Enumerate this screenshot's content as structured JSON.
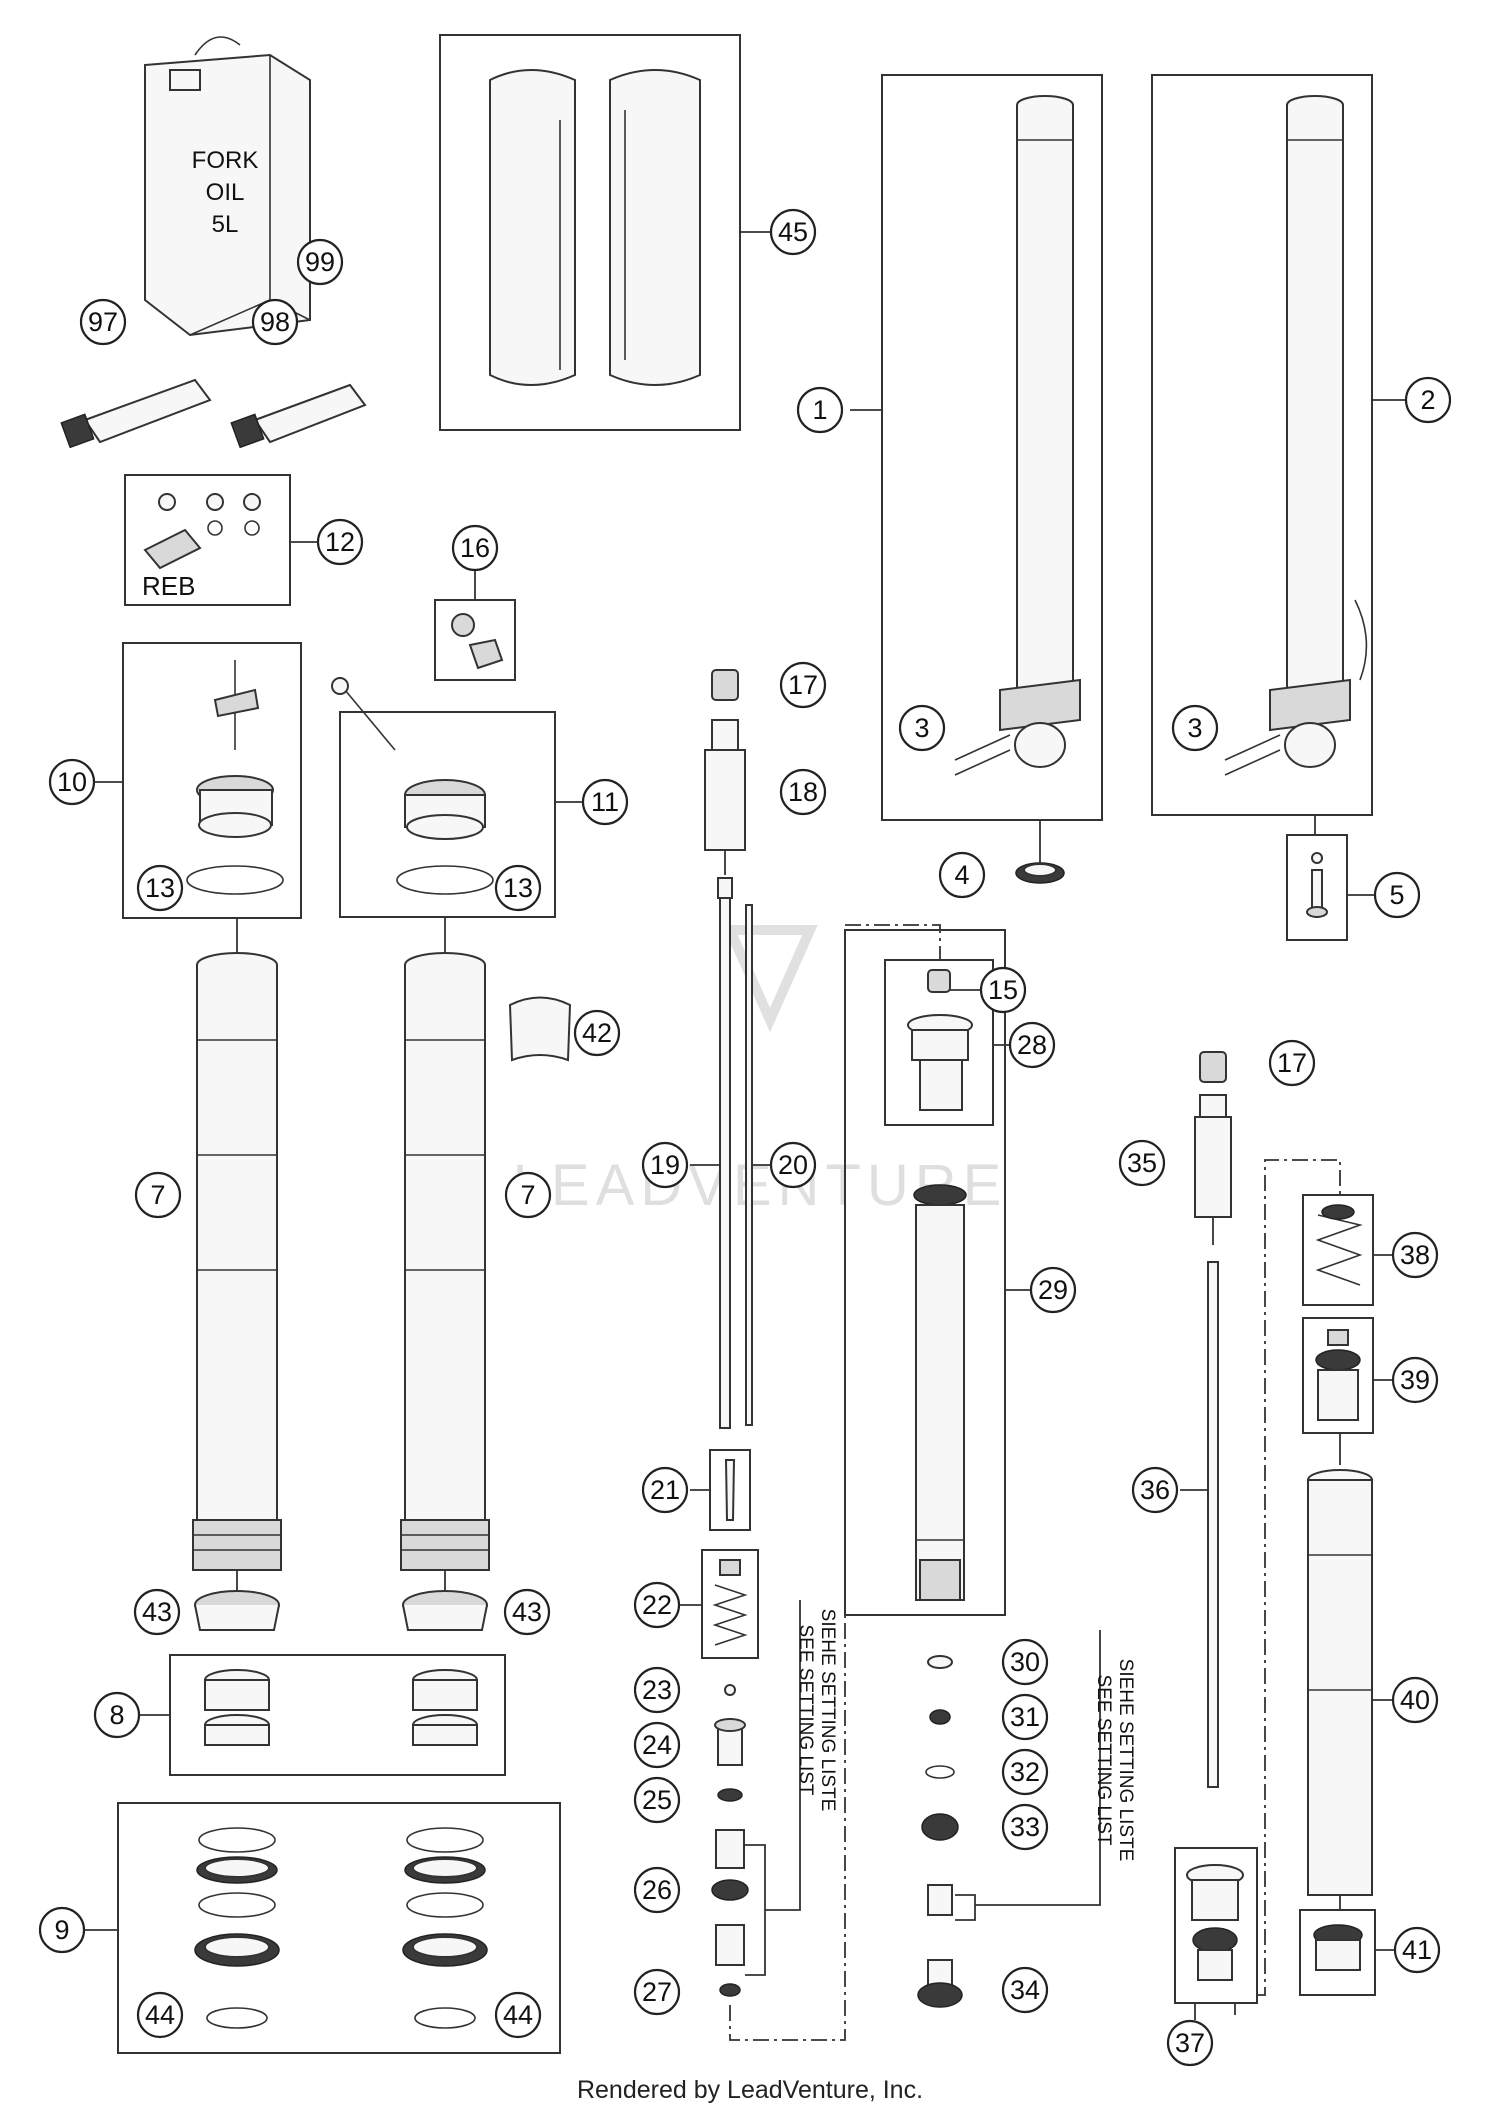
{
  "diagram": {
    "callouts": [
      "1",
      "2",
      "3",
      "3",
      "4",
      "5",
      "7",
      "7",
      "8",
      "9",
      "10",
      "11",
      "12",
      "13",
      "13",
      "15",
      "16",
      "17",
      "17",
      "18",
      "19",
      "20",
      "21",
      "22",
      "23",
      "24",
      "25",
      "26",
      "27",
      "28",
      "29",
      "30",
      "31",
      "32",
      "33",
      "34",
      "35",
      "36",
      "37",
      "38",
      "39",
      "40",
      "41",
      "42",
      "43",
      "43",
      "44",
      "44",
      "45",
      "97",
      "98",
      "99"
    ],
    "can_label": [
      "FORK",
      "OIL",
      "5L"
    ],
    "reb_label": "REB",
    "setting_list_label": [
      "SIEHE SETTING LISTE",
      "SEE SETTING LIST"
    ],
    "watermark": "LEADVENTURE"
  },
  "footer": {
    "text": "Rendered by LeadVenture, Inc."
  }
}
